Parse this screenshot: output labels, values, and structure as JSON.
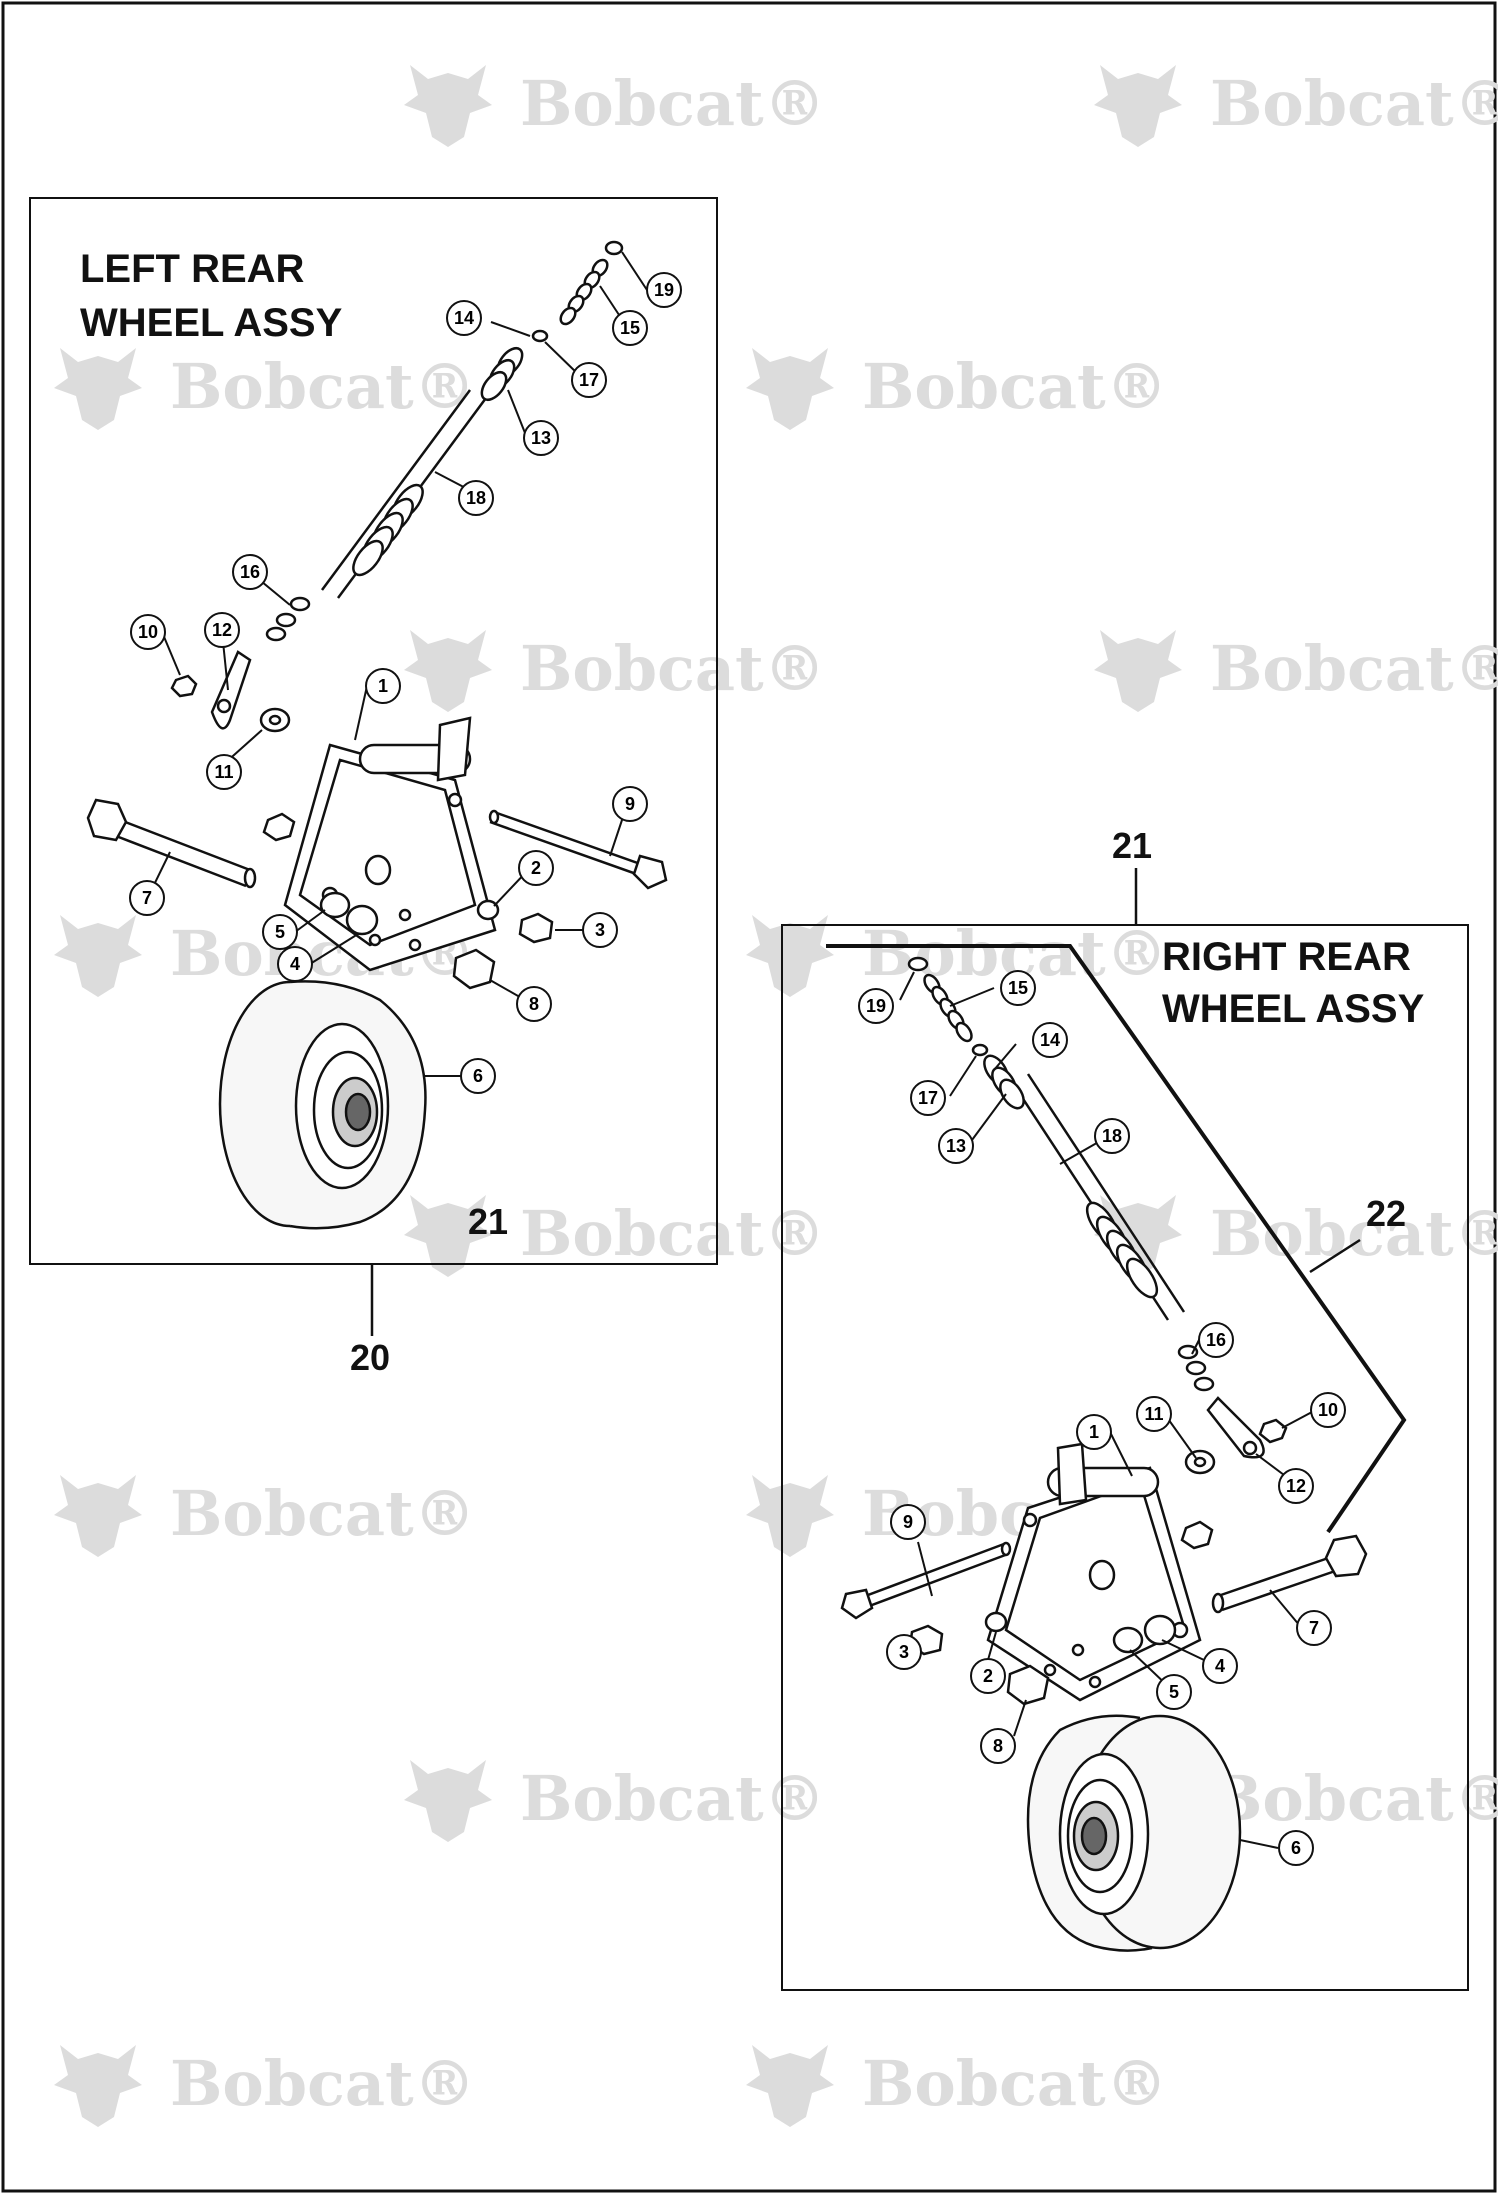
{
  "watermark": {
    "text": "Bobcat",
    "registered": "®"
  },
  "left_assembly": {
    "title_line1": "LEFT REAR",
    "title_line2": "WHEEL ASSY",
    "label_inside": "21",
    "label_outside": "20",
    "callouts": [
      "1",
      "2",
      "3",
      "4",
      "5",
      "6",
      "7",
      "8",
      "9",
      "10",
      "11",
      "12",
      "13",
      "14",
      "15",
      "16",
      "17",
      "18",
      "19"
    ]
  },
  "right_assembly": {
    "title_line1": "RIGHT REAR",
    "title_line2": "WHEEL ASSY",
    "label_top": "21",
    "label_side": "22",
    "callouts": [
      "1",
      "2",
      "3",
      "4",
      "5",
      "6",
      "7",
      "8",
      "9",
      "10",
      "11",
      "12",
      "13",
      "14",
      "15",
      "16",
      "17",
      "18",
      "19"
    ]
  },
  "colors": {
    "ink": "#111111",
    "watermark": "#dcdcdc",
    "tire_fill": "#f7f7f7"
  }
}
